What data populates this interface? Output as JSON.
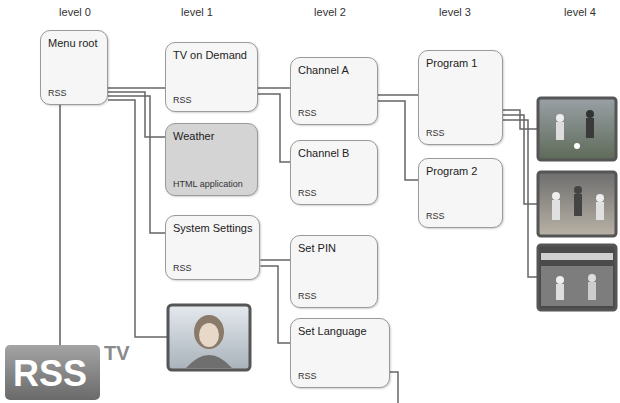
{
  "diagram": {
    "nodes": [
      {
        "text": [
          "Menu root",
          "RSS"
        ]
      },
      {
        "text": [
          "TV on Demand",
          "RSS"
        ]
      },
      {
        "text": [
          "Weather",
          "HTML application"
        ]
      },
      {
        "text": [
          "System Settings",
          "RSS"
        ]
      },
      {
        "text": [
          "Channel A",
          "RSS"
        ]
      },
      {
        "text": [
          "Channel B",
          "RSS"
        ]
      },
      {
        "text": [
          "Set PIN",
          "RSS"
        ]
      },
      {
        "text": [
          "Set Language",
          "RSS"
        ]
      },
      {
        "text": [
          "Program 1",
          "RSS"
        ]
      },
      {
        "text": [
          "Program 2",
          "RSS"
        ]
      }
    ],
    "edges": [
      {
        "from": 0,
        "to": 1,
        "arrow": "none"
      },
      {
        "from": 0,
        "to": 2,
        "arrow": "none"
      },
      {
        "from": 0,
        "to": 3,
        "arrow": "none"
      },
      {
        "from": 1,
        "to": 4,
        "arrow": "none"
      },
      {
        "from": 1,
        "to": 5,
        "arrow": "none"
      },
      {
        "from": 4,
        "to": 8,
        "arrow": "none"
      },
      {
        "from": 4,
        "to": 9,
        "arrow": "none"
      },
      {
        "from": 3,
        "to": 6,
        "arrow": "none"
      },
      {
        "from": 3,
        "to": 7,
        "arrow": "none"
      }
    ],
    "labels": [
      "level 0",
      "level 1",
      "level 2",
      "level 3",
      "level 4",
      "RSS",
      "TV"
    ]
  }
}
